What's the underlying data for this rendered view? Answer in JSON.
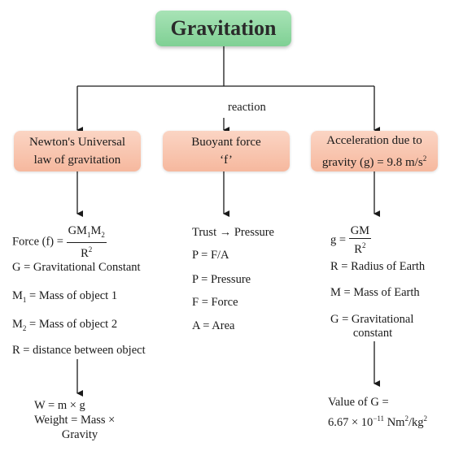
{
  "title": "Gravitation",
  "connector_label": "reaction",
  "categories": {
    "newton": {
      "line1": "Newton's Universal",
      "line2": "law of gravitation"
    },
    "buoyant": {
      "line1": "Buoyant force",
      "line2": "‘f’"
    },
    "accel": {
      "line1": "Acceleration due to",
      "line2_pre": "gravity (g) = 9.8 m/s",
      "line2_sup": "2"
    }
  },
  "newton_details": {
    "force_prefix": "Force (f) = ",
    "force_num_g": "GM",
    "force_num_sub1": "1",
    "force_num_m": "M",
    "force_num_sub2": "2",
    "force_den": "R",
    "force_den_sup": "2",
    "g_def": "G = Gravitational Constant",
    "m1_pre": "M",
    "m1_sub": "1",
    "m1_post": " = Mass of object 1",
    "m2_pre": "M",
    "m2_sub": "2",
    "m2_post": " = Mass of object 2",
    "r_def": "R = distance between object",
    "weight_eq": "W = m × g",
    "weight_line1": "Weight = Mass ×",
    "weight_line2": "Gravity"
  },
  "buoyant_details": {
    "trust_pre": "Trust ",
    "trust_arrow": "→",
    "trust_post": " Pressure",
    "p_fa": "P = F/A",
    "p_def": "P = Pressure",
    "f_def": "F = Force",
    "a_def": "A = Area"
  },
  "accel_details": {
    "g_prefix": "g = ",
    "g_num": "GM",
    "g_den": "R",
    "g_den_sup": "2",
    "r_def": "R = Radius of Earth",
    "m_def": "M = Mass of Earth",
    "gconst_line1": "G = Gravitational",
    "gconst_line2": "constant",
    "value_line1": "Value of G =",
    "value_pre": "6.67 × 10",
    "value_exp": "−11",
    "value_mid": " Nm",
    "value_sup1": "2",
    "value_slash": "/kg",
    "value_sup2": "2"
  },
  "colors": {
    "title_fill": "#8fd8a2",
    "category_fill": "#f8c4ad",
    "line": "#1a1a1a"
  }
}
